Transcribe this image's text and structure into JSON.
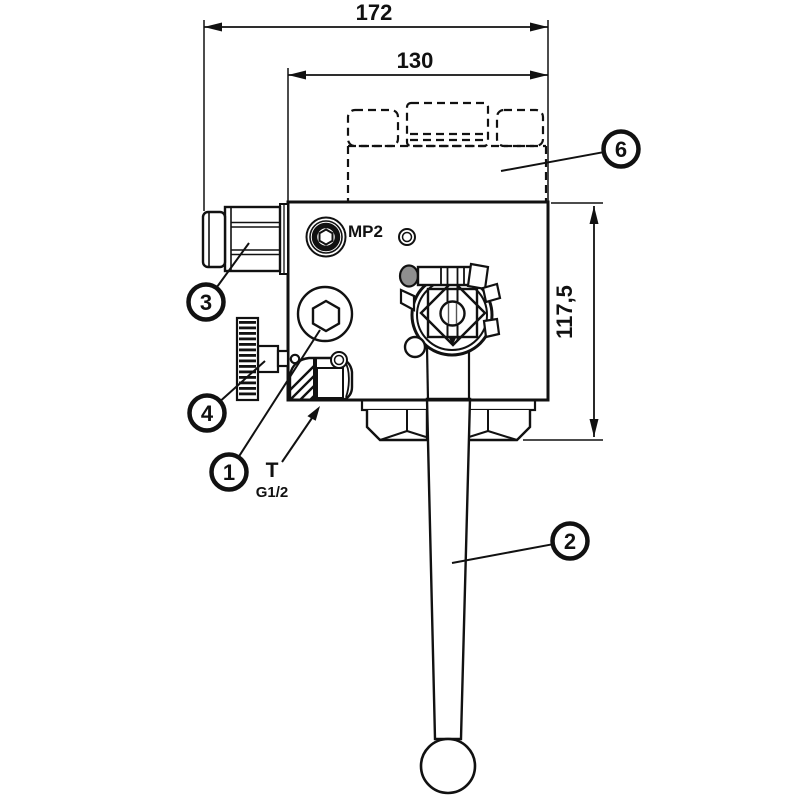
{
  "drawing": {
    "background": "#ffffff",
    "line_color": "#111111",
    "dimensions": {
      "overall_width": "172",
      "body_width": "130",
      "body_height": "117,5"
    },
    "ports": {
      "mp2_label": "MP2",
      "t_label": "T",
      "t_thread": "G1/2"
    },
    "callouts": {
      "item1": "1",
      "item2": "2",
      "item3": "3",
      "item4": "4",
      "item6": "6"
    }
  }
}
